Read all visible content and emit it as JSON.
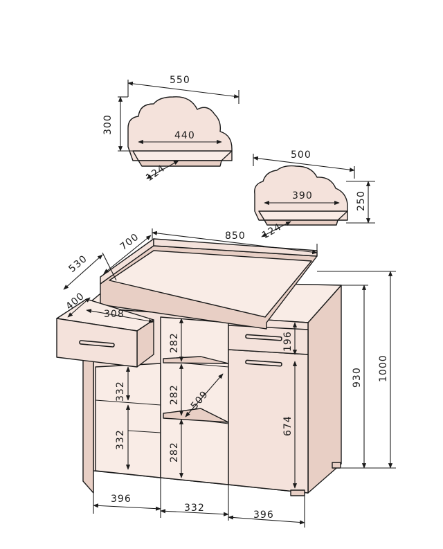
{
  "shelves": {
    "large": {
      "width": "550",
      "height": "300",
      "shelf_length": "440",
      "shelf_depth": "124"
    },
    "small": {
      "width": "500",
      "height": "250",
      "shelf_length": "390",
      "shelf_depth": "124"
    }
  },
  "top": {
    "width": "850",
    "depth": "700",
    "side_depth": "530"
  },
  "drawer": {
    "depth": "400",
    "width": "308"
  },
  "heights": {
    "cabinet": "930",
    "total": "1000",
    "drawer_front": "196",
    "door": "674"
  },
  "left_section": {
    "upper": "332",
    "lower": "332"
  },
  "middle_section": {
    "top": "282",
    "middle": "282",
    "bottom": "282",
    "diagonal": "509"
  },
  "bottom_widths": {
    "left": "396",
    "middle": "332",
    "right": "396"
  }
}
